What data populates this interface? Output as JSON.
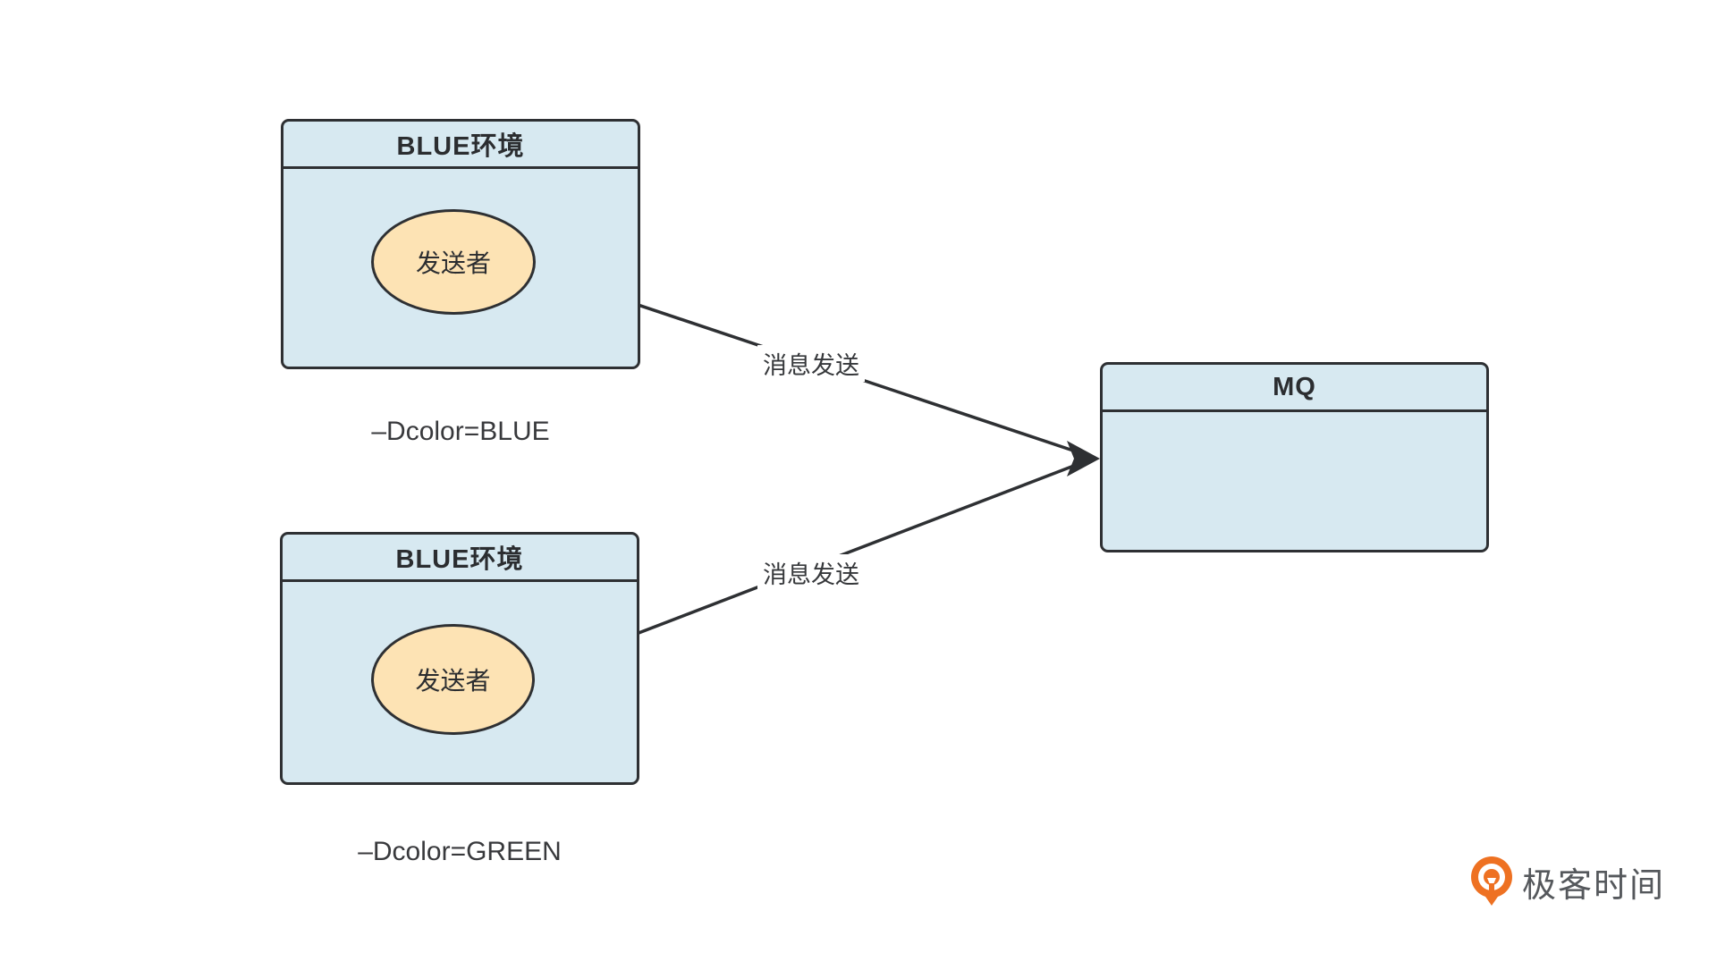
{
  "colors": {
    "background": "#ffffff",
    "box_fill": "#d7e9f1",
    "box_border": "#2e3033",
    "ellipse_fill": "#fde3b4",
    "edge_line": "#2e3033",
    "text": "#2b2d30",
    "logo_orange": "#ee7122",
    "logo_text_color": "#55585c"
  },
  "diagram": {
    "env_box_top": {
      "title": "BLUE环境",
      "node_label": "发送者",
      "caption": "–Dcolor=BLUE"
    },
    "env_box_bottom": {
      "title": "BLUE环境",
      "node_label": "发送者",
      "caption": "–Dcolor=GREEN"
    },
    "mq_box": {
      "title": "MQ"
    },
    "edges": [
      {
        "label": "消息发送",
        "from": "sender-top",
        "to": "mq-box"
      },
      {
        "label": "消息发送",
        "from": "sender-bottom",
        "to": "mq-box"
      }
    ]
  },
  "branding": {
    "logo_text": "极客时间"
  }
}
